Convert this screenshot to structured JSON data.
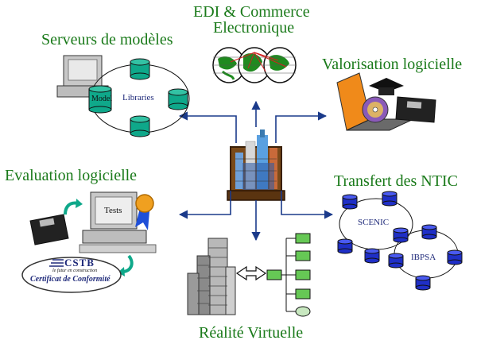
{
  "titles": {
    "serveurs": "Serveurs de modèles",
    "edi_line1": "EDI & Commerce",
    "edi_line2": "Electronique",
    "valorisation": "Valorisation logicielle",
    "evaluation": "Evaluation logicielle",
    "transfert": "Transfert des NTIC",
    "realite": "Réalité Virtuelle"
  },
  "labels": {
    "model": "Model",
    "libraries": "Libraries",
    "tests": "Tests",
    "cstb": "CSTB",
    "cstb_tagline": "le futur en construction",
    "certificat": "Certificat de Conformité",
    "scenic": "SCENIC",
    "ibpsa": "IBPSA"
  },
  "colors": {
    "title": "#1a7a1a",
    "arrow": "#1a3a8a",
    "db_teal": "#0fa88a",
    "db_blue": "#1f2fc7",
    "monitor": "#c8c8c8",
    "green_box": "#66c855"
  }
}
